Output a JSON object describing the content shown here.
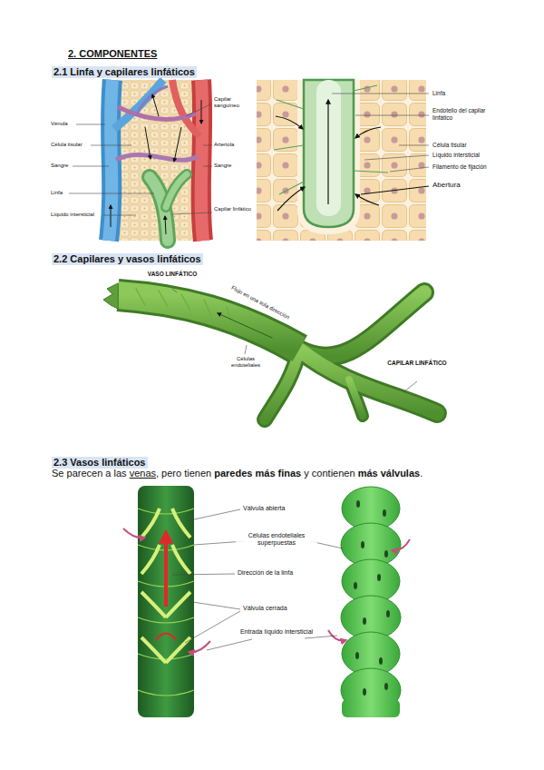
{
  "diagram": {
    "title": "2. COMPONENTES",
    "labels": [
      "2.1 Linfa y capilares linfáticos",
      "Vénula",
      "Célula tisular",
      "Sangre",
      "Linfa",
      "Líquido intersticial",
      "Capilar sanguíneo",
      "Arteriola",
      "Sangre",
      "Capilar linfático",
      "Linfa",
      "Endotelio del capilar linfático",
      "Célula tisular",
      "Líquido intersticial",
      "Filamento de fijación",
      "Abertura",
      "2.2 Capilares y vasos linfáticos",
      "VASO LINFÁTICO",
      "Flujo en una sola dirección",
      "Células endoteliales",
      "CAPILAR LINFÁTICO",
      "2.3 Vasos linfáticos",
      "Se parecen a las",
      "venas",
      ", pero tienen",
      "paredes más finas",
      "y contienen",
      "más válvulas",
      ".",
      "Válvula abierta",
      "Células endoteliales superpuestas",
      "Dirección de la linfa",
      "Válvula cerrada",
      "Entrada líquido intersticial"
    ]
  }
}
